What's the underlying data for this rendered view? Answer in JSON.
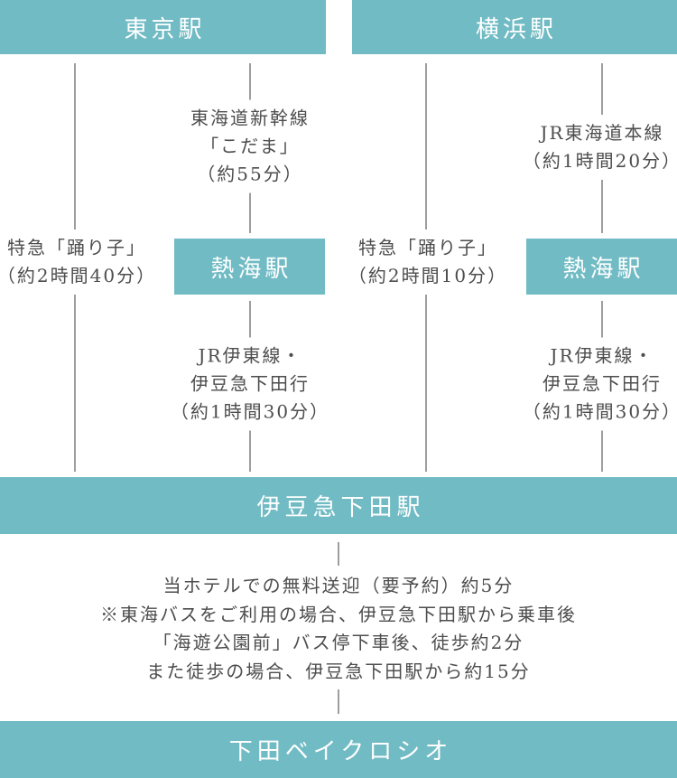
{
  "colors": {
    "accent_teal": "#71bbc4",
    "text_gray": "#4d4d4d",
    "line_gray": "#9e9e9e",
    "background": "#ffffff",
    "box_text": "#ffffff"
  },
  "diagram": {
    "columns": [
      {
        "origin_station": "東京駅",
        "direct_route": {
          "lines": [
            "特急「踊り子」",
            "（約2時間40分）"
          ]
        },
        "leg1": {
          "lines": [
            "東海道新幹線",
            "「こだま」",
            "（約55分）"
          ]
        },
        "transfer_station": "熱海駅",
        "leg2": {
          "lines": [
            "JR伊東線・",
            "伊豆急下田行",
            "（約1時間30分）"
          ]
        }
      },
      {
        "origin_station": "横浜駅",
        "direct_route": {
          "lines": [
            "特急「踊り子」",
            "（約2時間10分）"
          ]
        },
        "leg1": {
          "lines": [
            "JR東海道本線",
            "（約1時間20分）"
          ]
        },
        "transfer_station": "熱海駅",
        "leg2": {
          "lines": [
            "JR伊東線・",
            "伊豆急下田行",
            "（約1時間30分）"
          ]
        }
      }
    ],
    "arrival_station": "伊豆急下田駅",
    "shuttle_note": {
      "lines": [
        "当ホテルでの無料送迎（要予約）約5分",
        "※東海バスをご利用の場合、伊豆急下田駅から乗車後",
        "「海遊公園前」バス停下車後、徒歩約2分",
        "また徒歩の場合、伊豆急下田駅から約15分"
      ]
    },
    "destination": "下田ベイクロシオ"
  }
}
